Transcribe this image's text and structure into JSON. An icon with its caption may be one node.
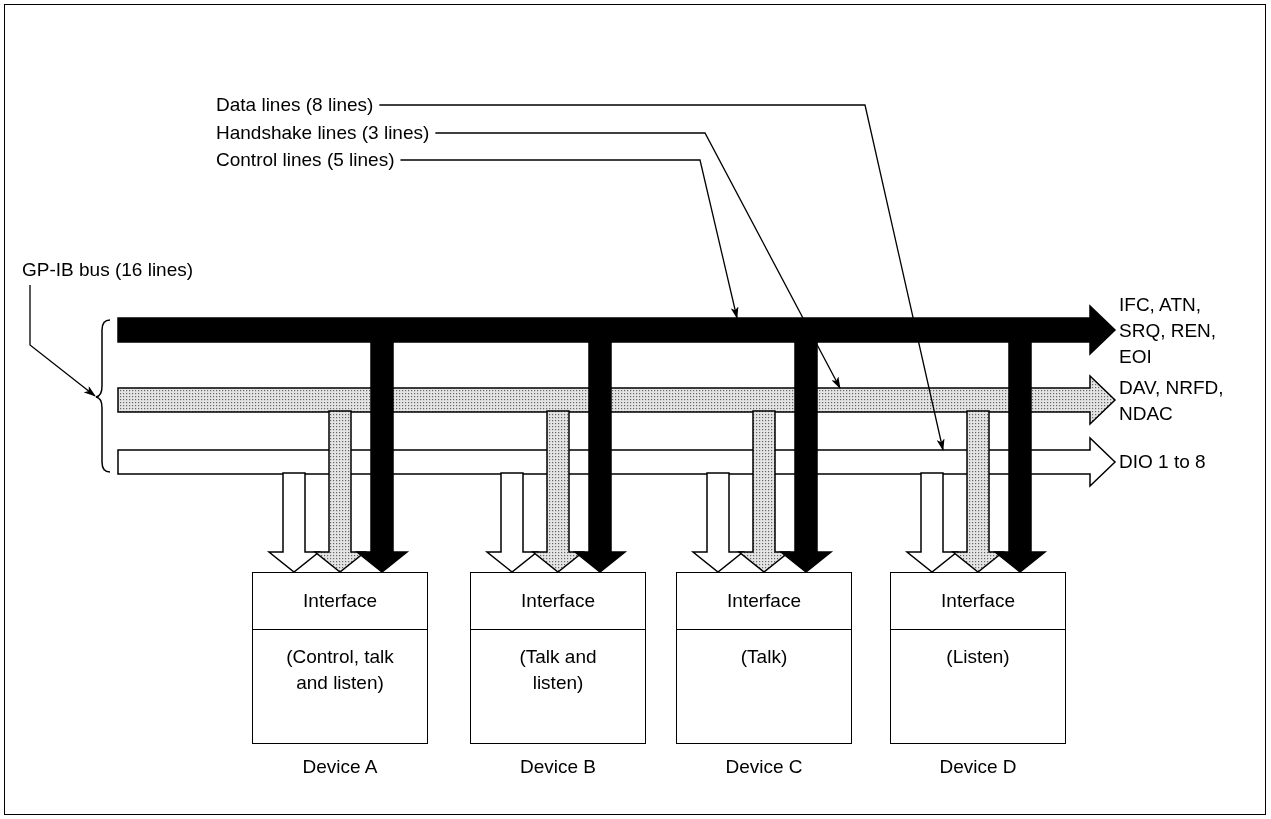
{
  "diagram": {
    "nodes": [
      {
        "text": [
          "Data lines (8 lines)"
        ]
      },
      {
        "text": [
          "Handshake lines (3 lines)"
        ]
      },
      {
        "text": [
          "Control lines (5 lines)"
        ]
      },
      {
        "text": [
          "GP-IB bus (16 lines)"
        ]
      },
      {
        "text": [],
        "shape": "bar",
        "beside": [
          "IFC, ATN, SRQ, REN, EOI"
        ]
      },
      {
        "text": [],
        "shape": "bar",
        "beside": [
          "DAV, NRFD, NDAC"
        ]
      },
      {
        "text": [],
        "shape": "bar",
        "beside": [
          "DIO 1 to 8"
        ]
      },
      {
        "text": [
          "Interface",
          "(Control, talk and listen)"
        ],
        "beside": [
          "Device A"
        ]
      },
      {
        "text": [
          "Interface",
          "(Talk and listen)"
        ],
        "beside": [
          "Device B"
        ]
      },
      {
        "text": [
          "Interface",
          "(Talk)"
        ],
        "beside": [
          "Device C"
        ]
      },
      {
        "text": [
          "Interface",
          "(Listen)"
        ],
        "beside": [
          "Device D"
        ]
      },
      {
        "text": [],
        "shape": "brace"
      }
    ],
    "edges": [
      {
        "from": 0,
        "to": 6,
        "arrow": "to"
      },
      {
        "from": 1,
        "to": 5,
        "arrow": "to"
      },
      {
        "from": 2,
        "to": 4,
        "arrow": "to"
      },
      {
        "from": 3,
        "to": 11,
        "arrow": "to"
      },
      {
        "from": 6,
        "to": 7,
        "arrow": "to",
        "style": "thick",
        "color": "#ffffff"
      },
      {
        "from": 5,
        "to": 7,
        "arrow": "to",
        "style": "thick",
        "color": "#c8c8c8"
      },
      {
        "from": 4,
        "to": 7,
        "arrow": "to",
        "style": "thick",
        "color": "#000000"
      },
      {
        "from": 6,
        "to": 8,
        "arrow": "to",
        "style": "thick",
        "color": "#ffffff"
      },
      {
        "from": 5,
        "to": 8,
        "arrow": "to",
        "style": "thick",
        "color": "#c8c8c8"
      },
      {
        "from": 4,
        "to": 8,
        "arrow": "to",
        "style": "thick",
        "color": "#000000"
      },
      {
        "from": 6,
        "to": 9,
        "arrow": "to",
        "style": "thick",
        "color": "#ffffff"
      },
      {
        "from": 5,
        "to": 9,
        "arrow": "to",
        "style": "thick",
        "color": "#c8c8c8"
      },
      {
        "from": 4,
        "to": 9,
        "arrow": "to",
        "style": "thick",
        "color": "#000000"
      },
      {
        "from": 6,
        "to": 10,
        "arrow": "to",
        "style": "thick",
        "color": "#ffffff"
      },
      {
        "from": 5,
        "to": 10,
        "arrow": "to",
        "style": "thick",
        "color": "#c8c8c8"
      },
      {
        "from": 4,
        "to": 10,
        "arrow": "to",
        "style": "thick",
        "color": "#000000"
      }
    ]
  }
}
